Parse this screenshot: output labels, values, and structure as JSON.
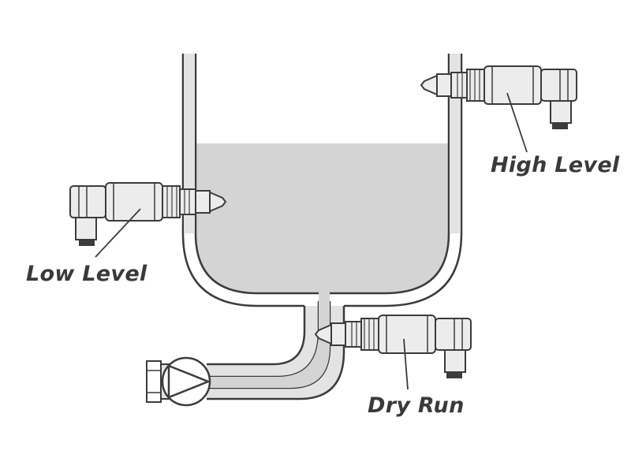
{
  "labels": {
    "high": "High Level",
    "low": "Low Level",
    "dry": "Dry Run"
  },
  "colors": {
    "liquid": "#d4d4d4",
    "pipe_fill": "#e3e3e3",
    "outline": "#3c3c3c",
    "sensor_body": "#ececec",
    "label_text": "#3a3a3a"
  },
  "icons": {
    "high_level_sensor": "level-sensor-icon",
    "low_level_sensor": "level-sensor-icon",
    "dry_run_sensor": "level-sensor-icon",
    "pump": "pump-icon"
  }
}
